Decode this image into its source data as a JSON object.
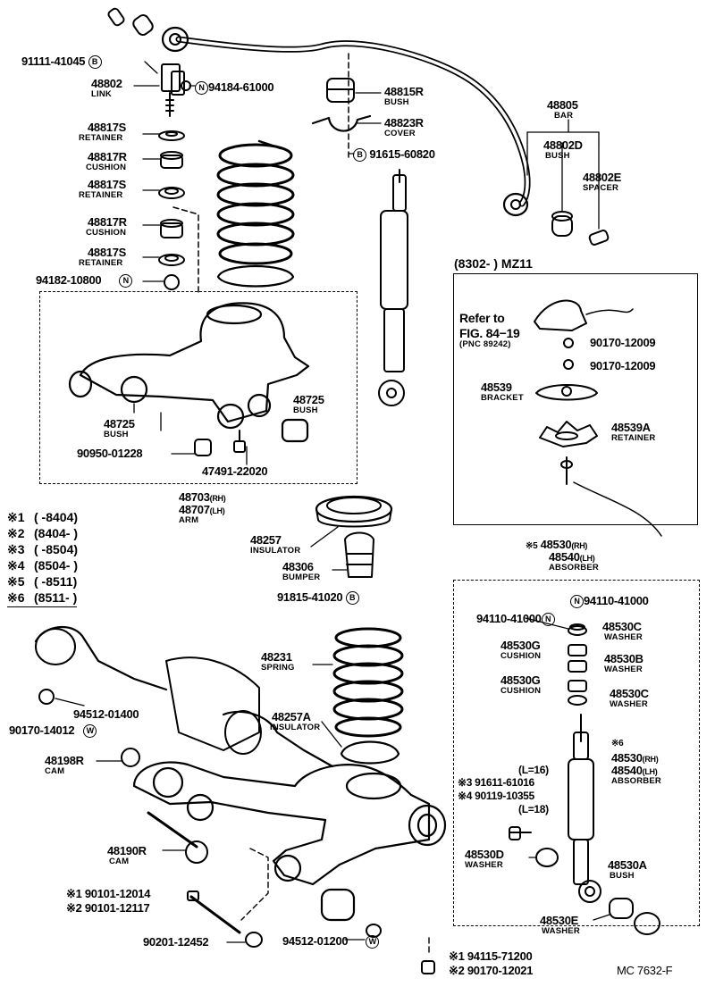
{
  "labels": {
    "p91111": "91111-41045",
    "p48802": "48802",
    "link": "LINK",
    "p94184": "94184-61000",
    "p48815r": "48815R",
    "bush_a": "BUSH",
    "p48823r": "48823R",
    "cover": "COVER",
    "p91615": "91615-60820",
    "p48805": "48805",
    "bar": "BAR",
    "p48802d": "48802D",
    "bush_b": "BUSH",
    "p48802e": "48802E",
    "spacer": "SPACER",
    "p48817s_1": "48817S",
    "retainer_1": "RETAINER",
    "p48817r_1": "48817R",
    "cushion_1": "CUSHION",
    "p48817s_2": "48817S",
    "retainer_2": "RETAINER",
    "p48817r_2": "48817R",
    "cushion_2": "CUSHION",
    "p48817s_3": "48817S",
    "retainer_3": "RETAINER",
    "p94182": "94182-10800",
    "p48725_l": "48725",
    "bush_c": "BUSH",
    "p48725_r": "48725",
    "bush_d": "BUSH",
    "p90950": "90950-01228",
    "p47491": "47491-22020",
    "p48703": "48703",
    "rh_1": "(RH)",
    "p48707": "48707",
    "lh_1": "(LH)",
    "arm": "ARM",
    "p48257": "48257",
    "insulator_1": "INSULATOR",
    "p48306": "48306",
    "bumper": "BUMPER",
    "p91815": "91815-41020",
    "inset_head": "(8302-        ) MZ11",
    "refer1": "Refer to",
    "refer2": "FIG. 84−19",
    "refer3": "(PNC 89242)",
    "p90170a": "90170-12009",
    "p90170b": "90170-12009",
    "p48539": "48539",
    "bracket": "BRACKET",
    "p48539a": "48539A",
    "retainer_4": "RETAINER",
    "star5": "※5",
    "p48530_top": "48530",
    "rh_2": "(RH)",
    "p48540_top": "48540",
    "lh_2": "(LH)",
    "absorber_1": "ABSORBER",
    "p94110a": "94110-41000",
    "p94110b": "94110-41000",
    "p48530c_1": "48530C",
    "washer_1": "WASHER",
    "p48530g_1": "48530G",
    "cushion_3": "CUSHION",
    "p48530b": "48530B",
    "washer_2": "WASHER",
    "p48530g_2": "48530G",
    "cushion_4": "CUSHION",
    "p48530c_2": "48530C",
    "washer_3": "WASHER",
    "star6": "※6",
    "p48530_mid": "48530",
    "rh_3": "(RH)",
    "p48540_mid": "48540",
    "lh_3": "(LH)",
    "absorber_2": "ABSORBER",
    "l16": "(L=16)",
    "p91611": "※3 91611-61016",
    "p90119": "※4 90119-10355",
    "l18": "(L=18)",
    "p48530d": "48530D",
    "washer_4": "WASHER",
    "p48530a": "48530A",
    "bush_e": "BUSH",
    "p48530e": "48530E",
    "washer_5": "WASHER",
    "p48231": "48231",
    "spring": "SPRING",
    "p48257a": "48257A",
    "insulator_2": "INSULATOR",
    "p90170c": "90170-14012",
    "p94512a": "94512-01400",
    "p48198r": "48198R",
    "cam_1": "CAM",
    "p48190r": "48190R",
    "cam_2": "CAM",
    "p90101a": "※1 90101-12014",
    "p90101b": "※2 90101-12117",
    "p90201": "90201-12452",
    "p94512b": "94512-01200",
    "p94115": "※1 94115-71200",
    "p90170d": "※2 90170-12021",
    "figure_code": "MC 7632-F",
    "circle_b": "B",
    "circle_n": "N",
    "circle_w": "W"
  },
  "legend": [
    {
      "key": "※1",
      "range": "(        -8404)"
    },
    {
      "key": "※2",
      "range": "(8404-        )"
    },
    {
      "key": "※3",
      "range": "(        -8504)"
    },
    {
      "key": "※4",
      "range": "(8504-        )"
    },
    {
      "key": "※5",
      "range": "(        -8511)"
    },
    {
      "key": "※6",
      "range": "(8511-        )"
    }
  ]
}
